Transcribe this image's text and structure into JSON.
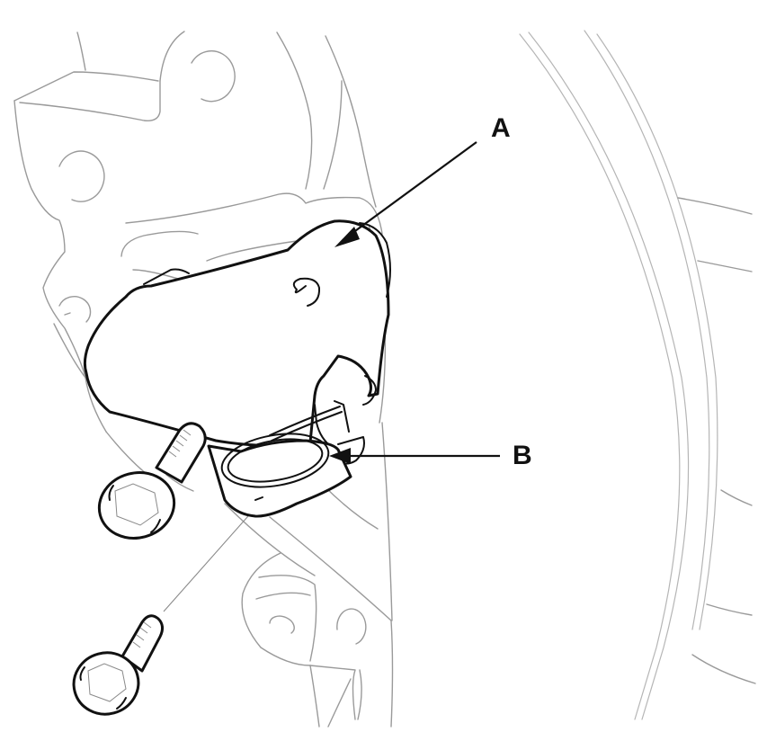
{
  "diagram": {
    "type": "exploded component illustration (line art)",
    "colors": {
      "background": "#ffffff",
      "component_outline": "#111111",
      "background_outline": "#9a9a9a"
    },
    "callouts": [
      {
        "id": "A",
        "label": "A",
        "points_to": "sensor-bracket-body"
      },
      {
        "id": "B",
        "label": "B",
        "points_to": "connector-clip"
      }
    ],
    "components": [
      {
        "name": "sensor-bracket-body",
        "callout": "A"
      },
      {
        "name": "connector-clip",
        "callout": "B"
      },
      {
        "name": "mounting-ring-tab"
      },
      {
        "name": "flange-bolt-upper"
      },
      {
        "name": "flange-bolt-lower"
      },
      {
        "name": "engine-block-background"
      },
      {
        "name": "drive-plate-rim-background"
      }
    ]
  }
}
